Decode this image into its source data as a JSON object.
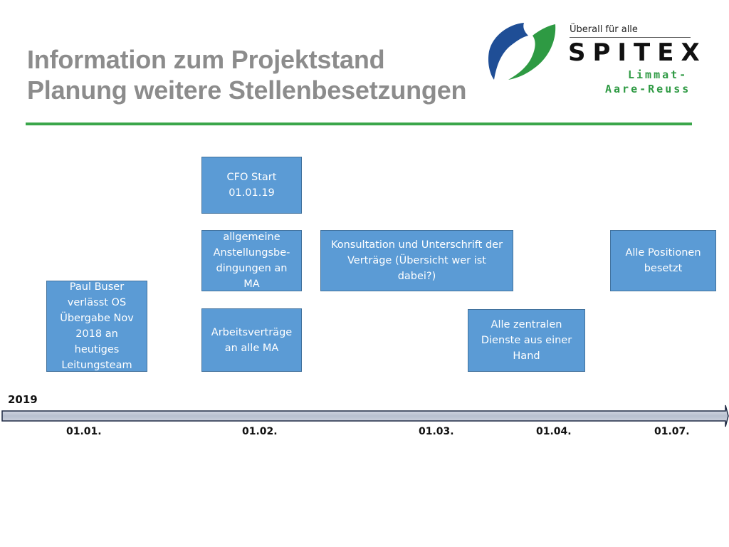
{
  "header": {
    "title_line1": "Information zum Projektstand",
    "title_line2": "Planung weitere Stellenbesetzungen"
  },
  "logo": {
    "tagline": "Überall für alle",
    "brand": "SPITEX",
    "sub_line1": "Limmat-",
    "sub_line2": "Aare-Reuss",
    "colors": {
      "blue": "#1f4e96",
      "green": "#2e9a43"
    }
  },
  "boxes": {
    "paul": [
      "Paul Buser",
      "verlässt OS",
      "Übergabe Nov",
      "2018 an",
      "heutiges",
      "Leitungsteam"
    ],
    "cfo": [
      "CFO Start",
      "01.01.19"
    ],
    "allgemeine": [
      "allgemeine",
      "Anstellungsbe-",
      "dingungen  an",
      "MA"
    ],
    "arbeitsvertraege": [
      "Arbeitsverträge",
      "an alle MA"
    ],
    "konsultation": [
      "Konsultation und Unterschrift  der",
      "Verträge (Übersicht wer ist",
      "dabei?)"
    ],
    "zentrale": [
      "Alle zentralen",
      "Dienste aus einer",
      "Hand"
    ],
    "positionen": [
      "Alle Positionen",
      "besetzt"
    ]
  },
  "timeline": {
    "year": "2019",
    "ticks": [
      "01.01.",
      "01.02.",
      "01.03.",
      "01.04.",
      "01.07."
    ]
  },
  "colors": {
    "box_fill": "#5b9bd5",
    "box_border": "#41719c",
    "title": "#8c8c8c",
    "rule": "#3aa64a"
  }
}
